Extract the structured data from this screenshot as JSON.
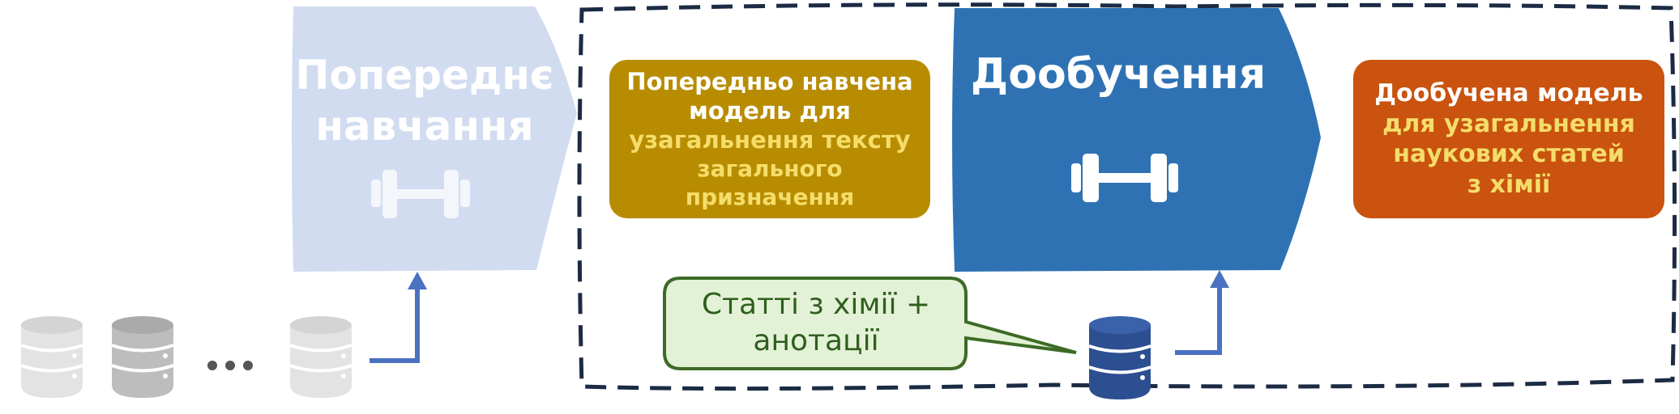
{
  "pretraining": {
    "line1": "Попереднє",
    "line2": "навчання"
  },
  "pretrained_model": {
    "line1": "Попередньо навчена",
    "line2": "модель для",
    "line3": "узагальнення тексту",
    "line4": "загального призначення"
  },
  "finetuning": {
    "title": "Дообучення"
  },
  "finetuned_model": {
    "line1": "Дообучена модель",
    "line2": "для узагальнення",
    "line3": "наукових статей",
    "line4": "з хімії"
  },
  "data_bubble": {
    "line1": "Статті з хімії +",
    "line2": "анотації"
  },
  "ellipsis_icon": "ellipsis",
  "colors": {
    "pretraining_fill": "#d2dcf0",
    "pretrained_model_fill": "#b88c00",
    "finetuning_fill": "#2f72b4",
    "finetuned_model_fill": "#c9530f",
    "bubble_fill": "#e3f2d6",
    "bubble_stroke": "#3d6b26",
    "dashed_frame": "#1c2b44",
    "arrow": "#4a72c0",
    "highlight_text": "#f5dd6a",
    "db_light": "#e3e3e3",
    "db_dark": "#bdbdbd",
    "db_blue": "#2c4f91"
  }
}
